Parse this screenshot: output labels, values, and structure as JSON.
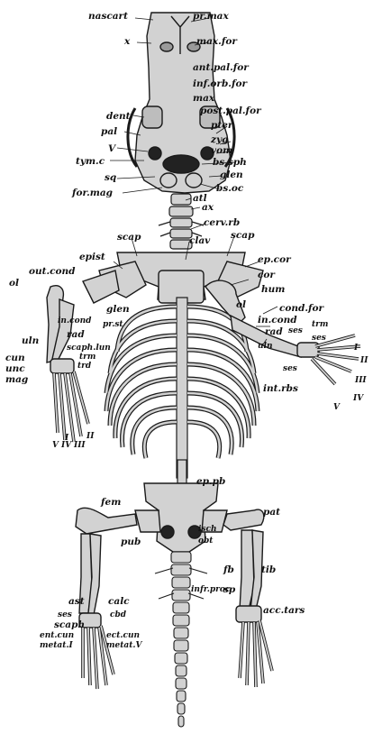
{
  "labels": {
    "nascart": "nascart",
    "prmax": "pr.max",
    "x": "x",
    "maxfor": "max.for",
    "antpalfor": "ant.pal.for",
    "inforbfor": "inf.orb.for",
    "max": "max",
    "postpalfor": "post.pal.for",
    "dent": "dent",
    "pter": "pter",
    "pal": "pal",
    "zyg": "zyg",
    "V": "V",
    "vom": "vom",
    "tymc": "tym.c",
    "bssph": "bs.sph",
    "sq": "sq",
    "glen": "glen",
    "formag": "for.mag",
    "bsoc": "bs.oc",
    "atl": "atl",
    "ax": "ax",
    "cervrb": "cerv.rb",
    "scapL": "scap",
    "scapR": "scap",
    "clav": "clav",
    "epist": "epist",
    "epcor": "ep.cor",
    "ol": "ol",
    "outcond": "out.cond",
    "cor": "cor",
    "hum": "hum",
    "olR": "ol",
    "condfor": "cond.for",
    "glenL": "glen",
    "incondL": "in.cond",
    "prst": "pr.st",
    "incondR": "in.cond",
    "radL": "rad",
    "radR": "rad",
    "sesR1": "ses",
    "trmR": "trm",
    "uln": "uln",
    "scaphlun": "scaph.lun",
    "sesR2": "ses",
    "cun": "cun",
    "trmL": "trm",
    "ulnR": "uln",
    "unc": "unc",
    "trd": "trd",
    "sesR3": "ses",
    "intrbs": "int.rbs",
    "mag": "mag",
    "digitsL": [
      "I",
      "V",
      "IV",
      "III",
      "II"
    ],
    "digitsR": [
      "I",
      "II",
      "III",
      "IV",
      "V"
    ],
    "eppb": "ep.pb",
    "fem": "fem",
    "pat": "pat",
    "isch": "isch",
    "obt": "obt",
    "pub": "pub",
    "fb": "fb",
    "tib": "tib",
    "infrproc": "infr.proc",
    "sp": "sp",
    "ast": "ast",
    "calc": "calc",
    "acctars": "acc.tars",
    "ses": "ses",
    "cbd": "cbd",
    "scaph": "scaph",
    "entcun": "ent.cun",
    "ectcun": "ect.cun",
    "metatI": "metat.I",
    "metatV": "metat.V"
  },
  "colors": {
    "bone": "#d2d2d2",
    "outline": "#1a1a1a",
    "shade": "#8a8a8a",
    "dark": "#222"
  }
}
